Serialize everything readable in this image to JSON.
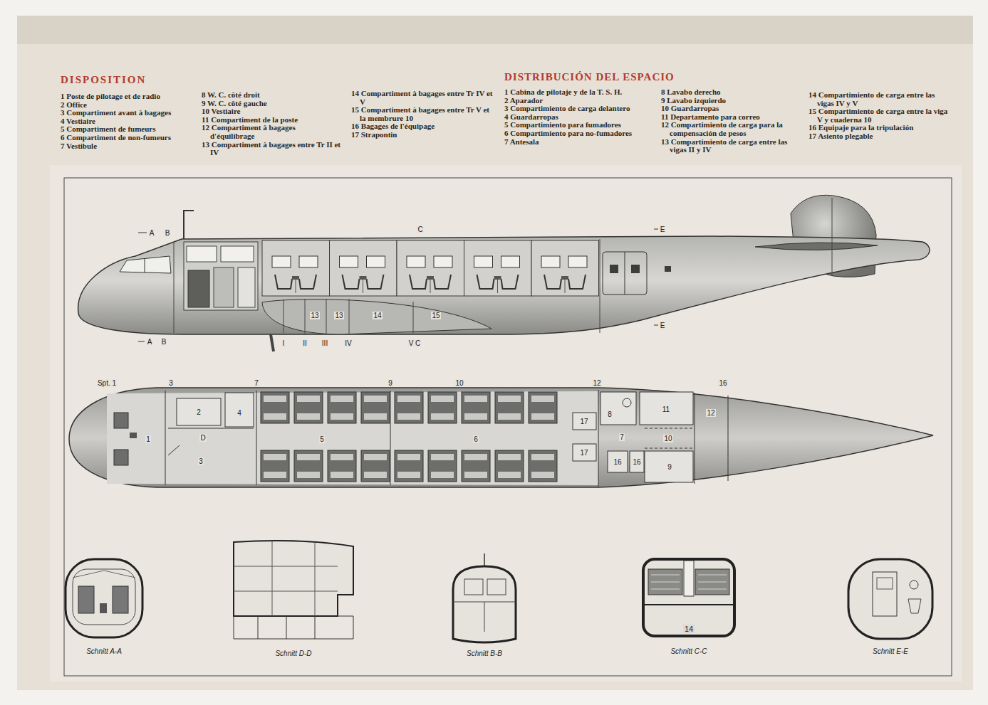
{
  "diagram": {
    "title": "DISPOSITION",
    "nodes": [
      {
        "text": [
          "Schnitt A-A"
        ]
      },
      {
        "text": [
          "Schnitt D-D"
        ]
      },
      {
        "text": [
          "Schnitt B-B"
        ]
      },
      {
        "text": [
          "14",
          "Schnitt C-C"
        ]
      },
      {
        "text": [
          "Schnitt E-E"
        ]
      }
    ],
    "labels": [
      "DISTRIBUCIÓN DEL ESPACIO",
      "1 Poste de pilotage et de radio",
      "2 Office",
      "3 Compartiment avant à bagages",
      "4 Vestiaire",
      "5 Compartiment de fumeurs",
      "6 Compartiment de non-fumeurs",
      "7 Vestibule",
      "8 W. C. côté droit",
      "9 W. C. côté gauche",
      "10 Vestiaire",
      "11 Compartiment de la poste",
      "12 Compartiment à bagages d'équilibrage",
      "13 Compartiment à bagages entre Tr II et IV",
      "14 Compartiment à bagages entre Tr IV et V",
      "15 Compartiment à bagages entre Tr V et la membrure 10",
      "16 Bagages de l'équipage",
      "17 Strapontin",
      "1 Cabina de pilotaje y de la T. S. H.",
      "2 Aparador",
      "3 Compartimiento de carga delantero",
      "4 Guardarropas",
      "5 Compartimiento para fumadores",
      "6 Compartimiento para no-fumadores",
      "7 Antesala",
      "8 Lavabo derecho",
      "9 Lavabo izquierdo",
      "10 Guardarropas",
      "11 Departamento para correo",
      "12 Compartimiento de carga para la compensación de pesos",
      "13 Compartimiento de carga entre las vigas II y IV",
      "14 Compartimiento de carga entre las vigas IV y V",
      "15 Compartimiento de carga entre la viga V y cuaderna 10",
      "16 Equipaje para la tripulación",
      "17 Asiento plegable",
      "A",
      "B",
      "C",
      "E",
      "A",
      "B",
      "I",
      "II",
      "III",
      "IV",
      "V C",
      "E",
      "13",
      "13",
      "14",
      "15",
      "Spt. 1",
      "3",
      "7",
      "9",
      "10",
      "12",
      "16",
      "1",
      "2",
      "4",
      "D",
      "3",
      "5",
      "6",
      "8",
      "17",
      "17",
      "7",
      "11",
      "12",
      "10",
      "16",
      "16",
      "9"
    ]
  }
}
